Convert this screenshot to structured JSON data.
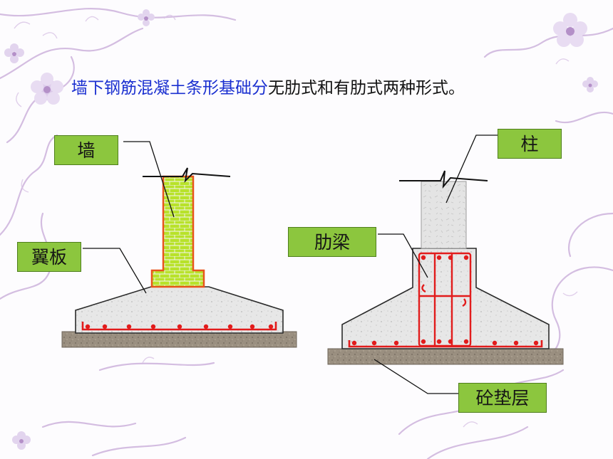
{
  "headline": {
    "highlight": "墙下钢筋混凝土条形基础分",
    "rest": "无肋式和有肋式两种形式。"
  },
  "labels": {
    "wall": "墙",
    "flange": "翼板",
    "column": "柱",
    "rib_beam": "肋梁",
    "cushion": "砼垫层"
  },
  "colors": {
    "label_fill": "#8cc63e",
    "brick_fill": "#b8e22a",
    "brick_outline": "#e8541c",
    "rebar": "#e21c1c",
    "concrete": "#e6e6e6",
    "cushion": "#9c9080",
    "highlight_text": "#1a2fd0",
    "decoration": "#c9a9d8"
  },
  "icons": [
    "vine-decoration-icon",
    "flower-icon"
  ]
}
